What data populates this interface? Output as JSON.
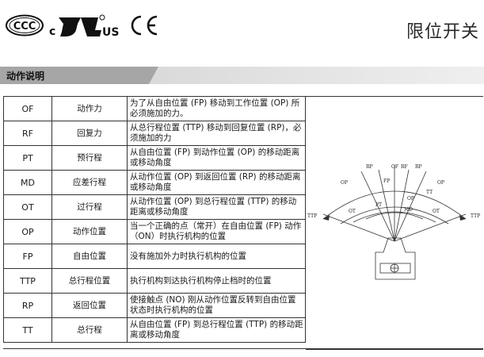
{
  "header": {
    "title": "限位开关",
    "logos": [
      "CCC",
      "cULus",
      "CE"
    ]
  },
  "section": {
    "title": "动作说明"
  },
  "table": {
    "rows": [
      {
        "code": "OF",
        "name": "动作力",
        "desc": "为了从自由位置 (FP) 移动到工作位置 (OP) 所必须施加的力。"
      },
      {
        "code": "RF",
        "name": "回复力",
        "desc": "从总行程位置 (TTP) 移动到回复位置 (RP)，必须施加的力"
      },
      {
        "code": "PT",
        "name": "预行程",
        "desc": "从自由位置 (FP) 到动作位置 (OP) 的移动距离或移动角度"
      },
      {
        "code": "MD",
        "name": "应差行程",
        "desc": "从动作位置 (OP) 到返回位置 (RP) 的移动距离或移动角度"
      },
      {
        "code": "OT",
        "name": "过行程",
        "desc": "从动作位置 (OP) 到总行程位置 (TTP) 的移动距离或移动角度"
      },
      {
        "code": "OP",
        "name": "动作位置",
        "desc": "当一个正确的点（常开）在自由位置 (FP) 动作（ON）时执行机构的位置"
      },
      {
        "code": "FP",
        "name": "自由位置",
        "desc": "没有施加外力时执行机构的位置"
      },
      {
        "code": "TTP",
        "name": "总行程位置",
        "desc": "执行机构到达执行机构停止档时的位置"
      },
      {
        "code": "RP",
        "name": "返回位置",
        "desc": "使接触点 (NO) 刚从动作位置反转到自由位置状态时执行机构的位置"
      },
      {
        "code": "TT",
        "name": "总行程",
        "desc": "从自由位置 (FP) 到总行程位置 (TTP) 的移动距离或移动角度"
      }
    ]
  },
  "diagram": {
    "labels": {
      "rp_left": "RP",
      "of": "OF",
      "rf": "RF",
      "rp_right": "RP",
      "op_left": "OP",
      "fp": "FP",
      "op_right": "OP",
      "ttp_left": "TTP",
      "ttp_right": "TTP",
      "ot_left": "OT",
      "pt": "PT",
      "md": "MD",
      "ot_right": "OT",
      "tt": "TT",
      "op_mid": "OP"
    }
  },
  "colors": {
    "bar_dark": "#9a9a9a",
    "bar_light": "#d9d9d9",
    "border": "#333333"
  }
}
